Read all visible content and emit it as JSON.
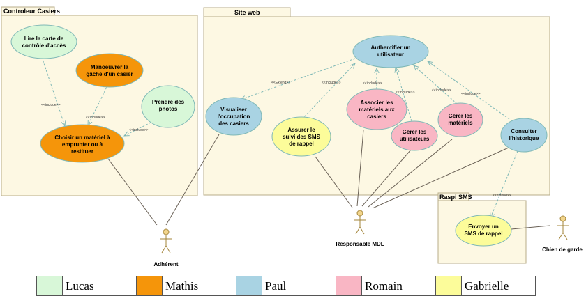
{
  "packages": [
    {
      "id": "controleur",
      "title": "Controleur Casiers"
    },
    {
      "id": "siteweb",
      "title": "Site web"
    },
    {
      "id": "raspi",
      "title": "Raspi SMS"
    }
  ],
  "use_cases": [
    {
      "id": "lire",
      "lines": [
        "Lire la carte de",
        "contrôle d'accès"
      ],
      "owner": "Lucas"
    },
    {
      "id": "manoeuvrer",
      "lines": [
        "Manoeuvrer la",
        "gâche d'un casier"
      ],
      "owner": "Mathis"
    },
    {
      "id": "photos",
      "lines": [
        "Prendre des",
        "photos"
      ],
      "owner": "Lucas"
    },
    {
      "id": "choisir",
      "lines": [
        "Choisir un matériel à",
        "emprunter ou à",
        "restituer"
      ],
      "owner": "Mathis"
    },
    {
      "id": "auth",
      "lines": [
        "Authentifier un",
        "utilisateur"
      ],
      "owner": "Paul"
    },
    {
      "id": "visualiser",
      "lines": [
        "Visualiser",
        "l'occupation",
        "des casiers"
      ],
      "owner": "Paul"
    },
    {
      "id": "assurer",
      "lines": [
        "Assurer le",
        "suivi des SMS",
        "de rappel"
      ],
      "owner": "Gabrielle"
    },
    {
      "id": "associer",
      "lines": [
        "Associer les",
        "matériels aux",
        "casiers"
      ],
      "owner": "Romain"
    },
    {
      "id": "gerer_util",
      "lines": [
        "Gérer les",
        "utilisateurs"
      ],
      "owner": "Romain"
    },
    {
      "id": "gerer_mat",
      "lines": [
        "Gérer les",
        "matériels"
      ],
      "owner": "Romain"
    },
    {
      "id": "consulter",
      "lines": [
        "Consulter",
        "l'historique"
      ],
      "owner": "Paul"
    },
    {
      "id": "envoyer",
      "lines": [
        "Envoyer un",
        "SMS de rappel"
      ],
      "owner": "Gabrielle"
    }
  ],
  "relations": [
    {
      "id": "rel_lire",
      "label": "<<include>>"
    },
    {
      "id": "rel_manoeuvrer",
      "label": "<<include>>"
    },
    {
      "id": "rel_photos",
      "label": "<<include>>"
    },
    {
      "id": "rel_visualiser",
      "label": "<<Extend>>"
    },
    {
      "id": "rel_assurer",
      "label": "<<include>>"
    },
    {
      "id": "rel_associer",
      "label": "<<include>>"
    },
    {
      "id": "rel_gerer_util",
      "label": "<<include>>"
    },
    {
      "id": "rel_gerer_mat",
      "label": "<<include>>"
    },
    {
      "id": "rel_consulter",
      "label": "<<include>>"
    },
    {
      "id": "rel_envoyer",
      "label": "<<extend>>"
    }
  ],
  "actors": [
    {
      "id": "adherent",
      "name": "Adhérent"
    },
    {
      "id": "responsable",
      "name": "Responsable MDL"
    },
    {
      "id": "chien",
      "name": "Chien de garde"
    }
  ],
  "legend": [
    {
      "name": "Lucas",
      "color": "#d8f7d8"
    },
    {
      "name": "Mathis",
      "color": "#f5950a"
    },
    {
      "name": "Paul",
      "color": "#a9d3e3"
    },
    {
      "name": "Romain",
      "color": "#f9b6c4"
    },
    {
      "name": "Gabrielle",
      "color": "#fcfc9a"
    }
  ],
  "colors": {
    "package_fill": "#fdf8e3",
    "package_stroke": "#b8ad88",
    "dependency": "#7fb8b6",
    "association": "#6b6257",
    "actor_fill": "#f2d58c",
    "actor_stroke": "#a3843a"
  }
}
